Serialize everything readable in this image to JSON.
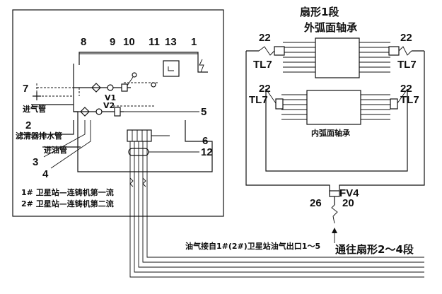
{
  "right_panel": {
    "title_line1": "扇形1段",
    "title_line2": "外弧面轴承",
    "inner_bearing": "内弧面轴承",
    "valve_label": "FV4",
    "callouts": {
      "top_left_num": "22",
      "top_left_tag": "TL7",
      "top_right_num": "22",
      "top_right_tag": "TL7",
      "mid_left_num": "22",
      "mid_left_tag": "TL7",
      "mid_right_num": "22",
      "mid_right_tag": "TL7",
      "valve_left_num": "26",
      "valve_right_num": "20"
    }
  },
  "left_panel": {
    "numbers": {
      "n1": "1",
      "n2": "2",
      "n3": "3",
      "n4": "4",
      "n5": "5",
      "n6": "6",
      "n7": "7",
      "n8": "8",
      "n9": "9",
      "n10": "10",
      "n11": "11",
      "n12": "12",
      "n13": "13"
    },
    "valve_v1": "V1",
    "valve_v2": "V2",
    "air_inlet": "进气管",
    "drain_pipe": "滤清器排水管",
    "oil_inlet": "进油管",
    "stream1": "1# 卫星站—连铸机第一流",
    "stream2": "2# 卫星站—连铸机第二流"
  },
  "bottom": {
    "connection_note": "油气接自1#(2#)卫星站油气出口1～5",
    "destination": "通往扇形2～4段"
  }
}
